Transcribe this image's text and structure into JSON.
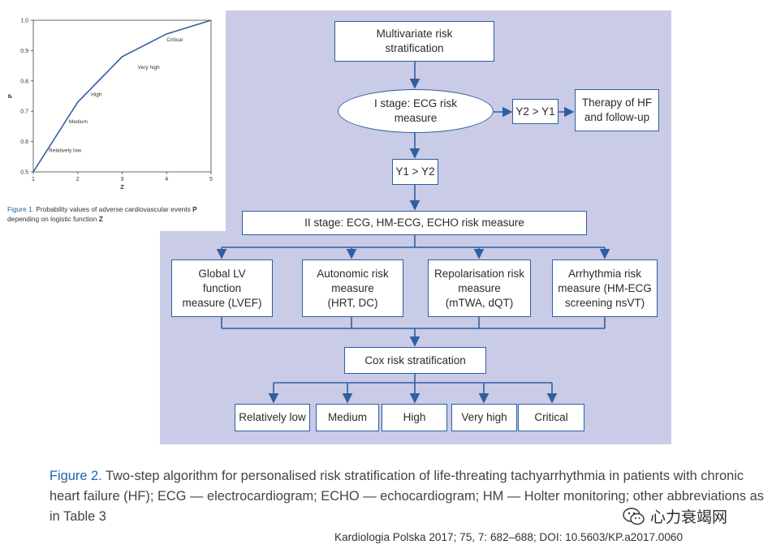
{
  "figure1": {
    "caption_label": "Figure 1.",
    "caption_text_pre": " Probability values of adverse cardiovascular events ",
    "caption_bold_p": "P",
    "caption_text_mid": " depending on logistic function ",
    "caption_bold_z": "Z"
  },
  "chart_data": {
    "type": "line",
    "xlabel": "Z",
    "ylabel": "P",
    "xlim": [
      1,
      5
    ],
    "ylim": [
      0.5,
      1.0
    ],
    "x_ticks": [
      "1",
      "2",
      "3",
      "4",
      "5"
    ],
    "y_ticks": [
      "0.5",
      "0.6",
      "0.7",
      "0.8",
      "0.9",
      "1.0"
    ],
    "x": [
      1,
      2,
      3,
      4,
      5
    ],
    "y": [
      0.5,
      0.73,
      0.88,
      0.955,
      1.0
    ],
    "annotations": [
      {
        "text": "Relatively low",
        "x": 1.35,
        "y": 0.565
      },
      {
        "text": "Medium",
        "x": 1.8,
        "y": 0.66
      },
      {
        "text": "High",
        "x": 2.3,
        "y": 0.75
      },
      {
        "text": "Very high",
        "x": 3.35,
        "y": 0.84
      },
      {
        "text": "Critical",
        "x": 4.0,
        "y": 0.93
      }
    ],
    "grid": false,
    "line_color": "#2f5fa0"
  },
  "diagram": {
    "multivariate": "Multivariate risk\nstratification",
    "stage1": "I stage: ECG risk\nmeasure",
    "y2y1": "Y2 > Y1",
    "therapy": "Therapy of HF\nand follow-up",
    "y1y2": "Y1 > Y2",
    "stage2": "II stage: ECG, HM-ECG, ECHO risk measure",
    "global_lv": "Global LV\nfunction\nmeasure (LVEF)",
    "autonomic": "Autonomic risk\nmeasure\n(HRT, DC)",
    "repolarisation": "Repolarisation risk\nmeasure\n(mTWA, dQT)",
    "arrhythmia": "Arrhythmia risk\nmeasure (HM-ECG\nscreening nsVT)",
    "cox": "Cox risk stratification",
    "outcomes": [
      "Relatively low",
      "Medium",
      "High",
      "Very high",
      "Critical"
    ],
    "panel_color": "#c9cbe7",
    "arrow_color": "#2f5fa0"
  },
  "figure2": {
    "caption_label": "Figure 2.",
    "caption_text": " Two-step algorithm for personalised risk stratification of life-threating tachyarrhythmia in patients with chronic heart failure (HF); ECG — electrocardiogram; ECHO — echocardiogram; HM — Holter monitoring; other abbreviations as in Table 3"
  },
  "citation": "Kardiologia Polska 2017; 75, 7: 682–688; DOI: 10.5603/KP.a2017.0060",
  "watermark": {
    "text": "心力衰竭网",
    "icon": "wechat-icon"
  }
}
